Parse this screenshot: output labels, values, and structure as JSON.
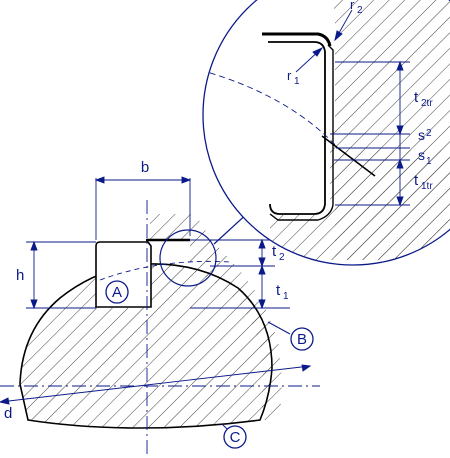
{
  "labels": {
    "b": "b",
    "h": "h",
    "t1": "t",
    "t1_sub": "1",
    "t2": "t",
    "t2_sub": "2",
    "r1": "r",
    "r1_sub": "1",
    "r2": "r",
    "r2_sub": "2",
    "t2tr": "t",
    "t2tr_sub": "2tr",
    "t1tr": "t",
    "t1tr_sub": "1tr",
    "s2": "s",
    "s2_sub": "2",
    "s1": "s",
    "s1_sub": "1",
    "d": "d",
    "A": "A",
    "B": "B",
    "C": "C"
  },
  "colors": {
    "line": "#0b1a8a",
    "body_outline": "#000000",
    "hatch": "#444444"
  }
}
